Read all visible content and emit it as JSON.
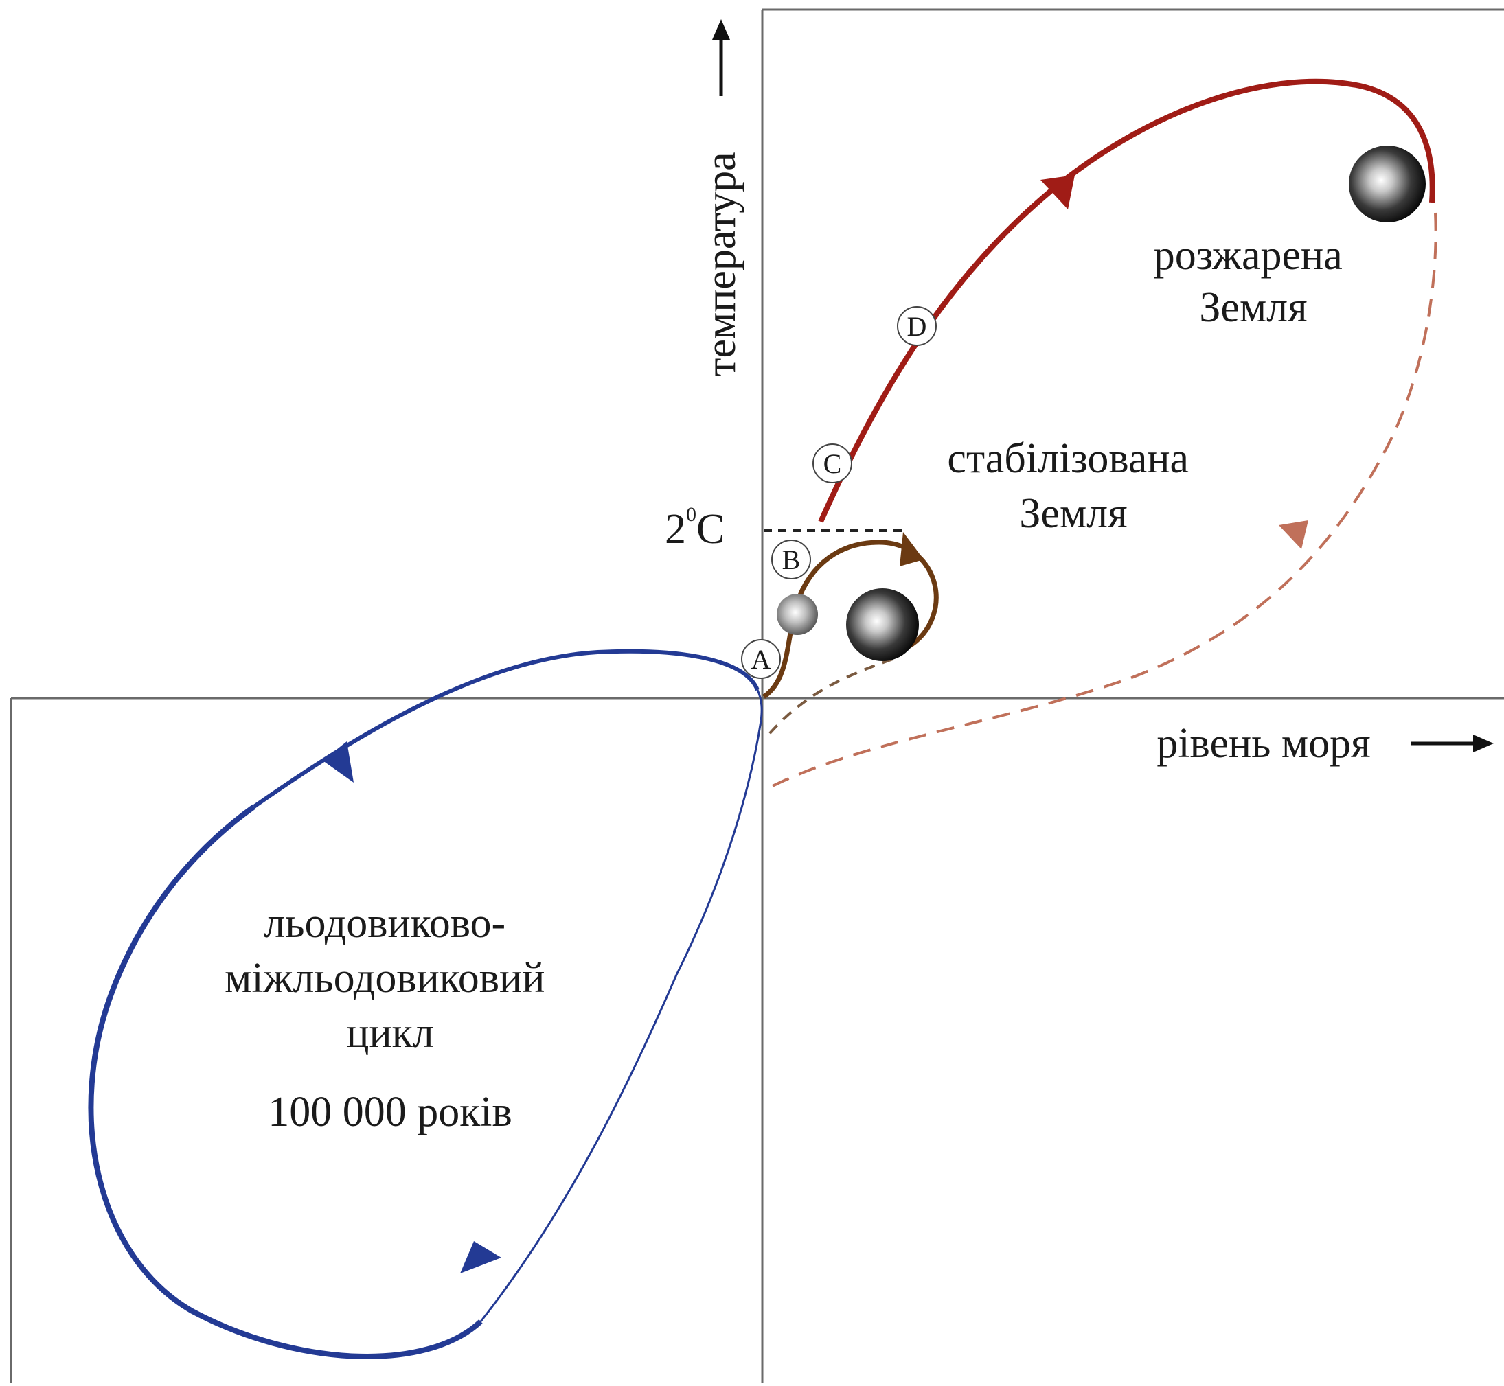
{
  "colors": {
    "axis": "#6a6a6a",
    "glacial_cycle": "#233a94",
    "stabilized_path": "#6b3a12",
    "hothouse_path": "#a01c16",
    "dashed_return": "#c0705a",
    "dashed_brown": "#7a5a40",
    "threshold_line": "#222222"
  },
  "axes": {
    "y_title": "температура",
    "x_title": "рівень моря",
    "y_arrow_icon": "arrow-up-icon",
    "x_arrow_icon": "arrow-right-icon"
  },
  "threshold": {
    "value": "2",
    "superscript": "0",
    "unit": "C"
  },
  "points": [
    "A",
    "B",
    "C",
    "D"
  ],
  "regions": {
    "hothouse": [
      "розжарена",
      "Земля"
    ],
    "stabilized": [
      "стабілізована",
      "Земля"
    ],
    "glacial": [
      "льодовиково-",
      "міжльодовиковий",
      "цикл"
    ],
    "glacial_period": "100 000 років"
  },
  "icons": [
    "earth-sphere-icon",
    "earth-sphere-icon",
    "earth-sphere-icon"
  ]
}
